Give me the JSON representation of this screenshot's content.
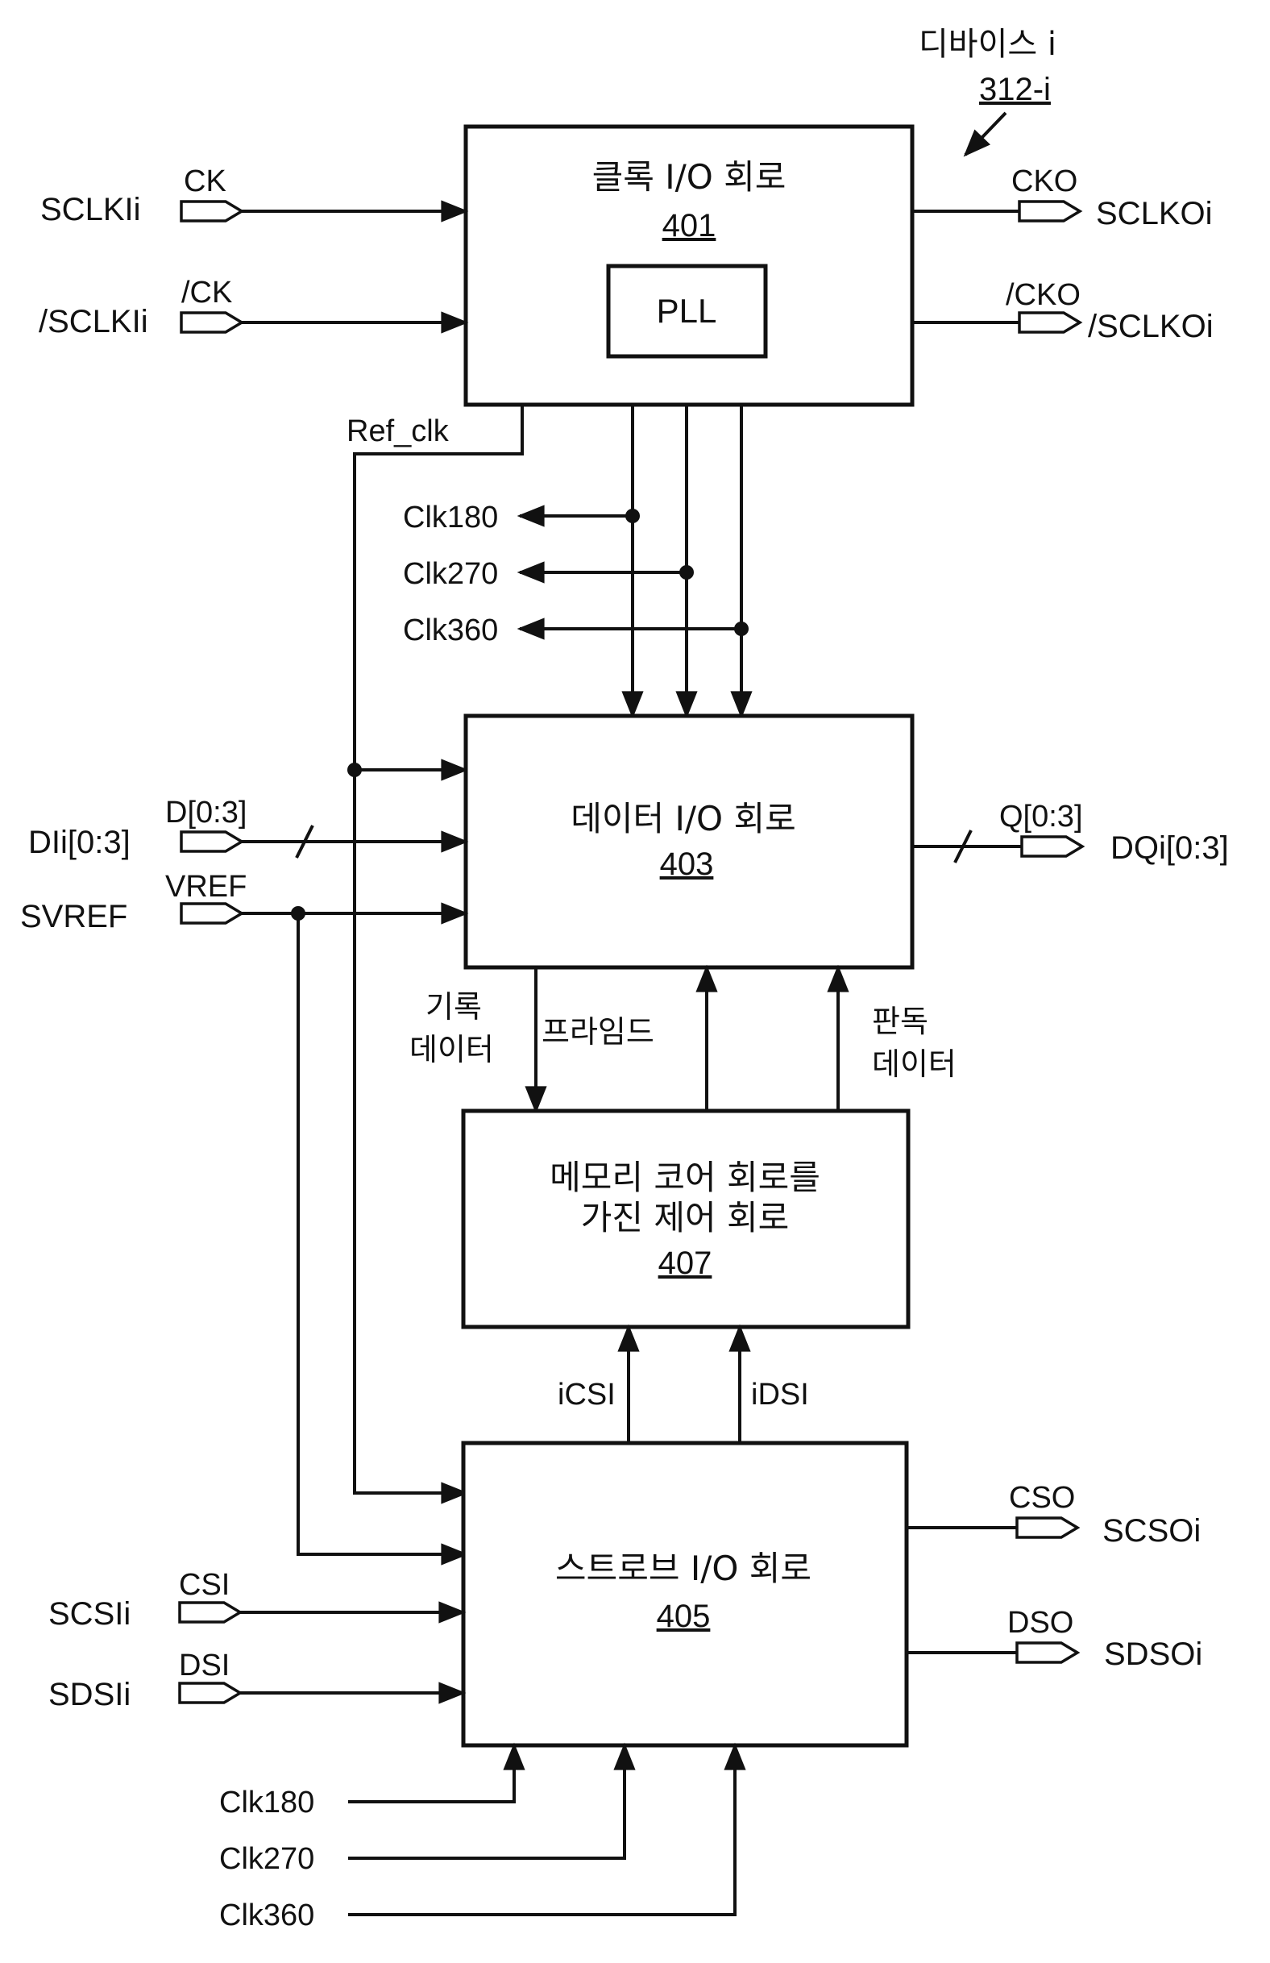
{
  "device": {
    "title": "디바이스 i",
    "ref": "312-i"
  },
  "blocks": {
    "clock": {
      "title": "클록 I/O 회로",
      "num": "401",
      "pll": "PLL"
    },
    "data": {
      "title": "데이터 I/O 회로",
      "num": "403"
    },
    "control": {
      "line1": "메모리 코어 회로를",
      "line2": "가진 제어 회로",
      "num": "407"
    },
    "strobe": {
      "title": "스트로브 I/O 회로",
      "num": "405"
    }
  },
  "pins": {
    "sclki": "SCLKIi",
    "ck": "CK",
    "nsclki": "/SCLKIi",
    "nck": "/CK",
    "ckout": "CKO",
    "sclko": "SCLKOi",
    "nckout": "/CKO",
    "nsclko": "/SCLKOi",
    "dii": "DIi[0:3]",
    "d": "D[0:3]",
    "svref": "SVREF",
    "vref": "VREF",
    "q": "Q[0:3]",
    "dqi": "DQi[0:3]",
    "csi": "CSI",
    "scsi": "SCSIi",
    "dsi": "DSI",
    "sdsi": "SDSIi",
    "cso": "CSO",
    "scso": "SCSOi",
    "dso": "DSO",
    "sdso": "SDSOi"
  },
  "signals": {
    "ref_clk": "Ref_clk",
    "clk180": "Clk180",
    "clk270": "Clk270",
    "clk360": "Clk360",
    "write_data_1": "기록",
    "write_data_2": "데이터",
    "prime": "프라임드",
    "read_data_1": "판독",
    "read_data_2": "데이터",
    "icsi": "iCSI",
    "idsi": "iDSI"
  }
}
